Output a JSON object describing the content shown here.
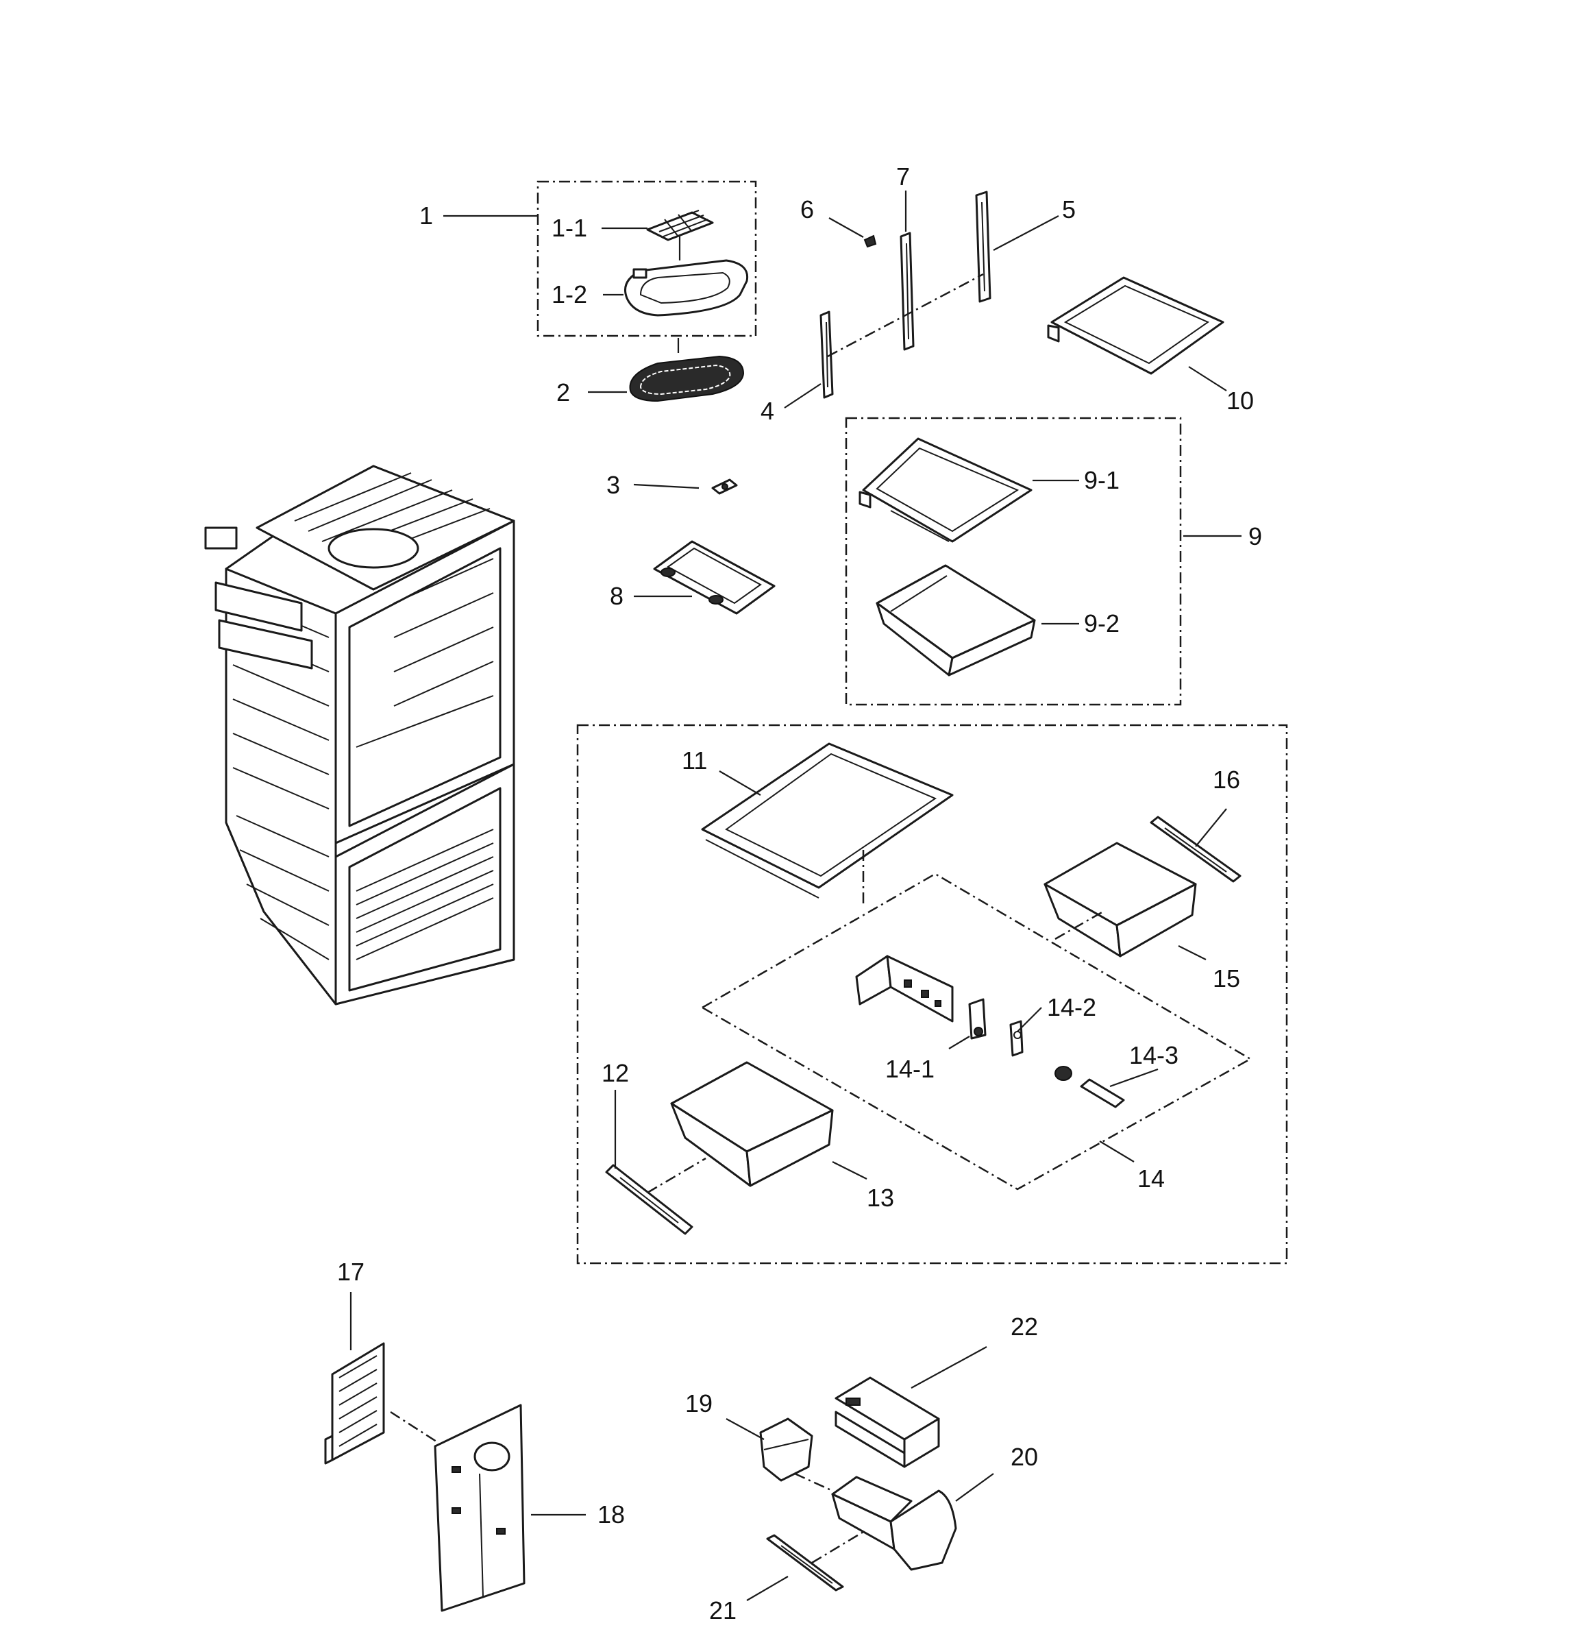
{
  "callouts": {
    "c1": "1",
    "c1_1": "1-1",
    "c1_2": "1-2",
    "c2": "2",
    "c3": "3",
    "c4": "4",
    "c5": "5",
    "c6": "6",
    "c7": "7",
    "c8": "8",
    "c9": "9",
    "c9_1": "9-1",
    "c9_2": "9-2",
    "c10": "10",
    "c11": "11",
    "c12": "12",
    "c13": "13",
    "c14": "14",
    "c14_1": "14-1",
    "c14_2": "14-2",
    "c14_3": "14-3",
    "c15": "15",
    "c16": "16",
    "c17": "17",
    "c18": "18",
    "c19": "19",
    "c20": "20",
    "c21": "21",
    "c22": "22"
  }
}
